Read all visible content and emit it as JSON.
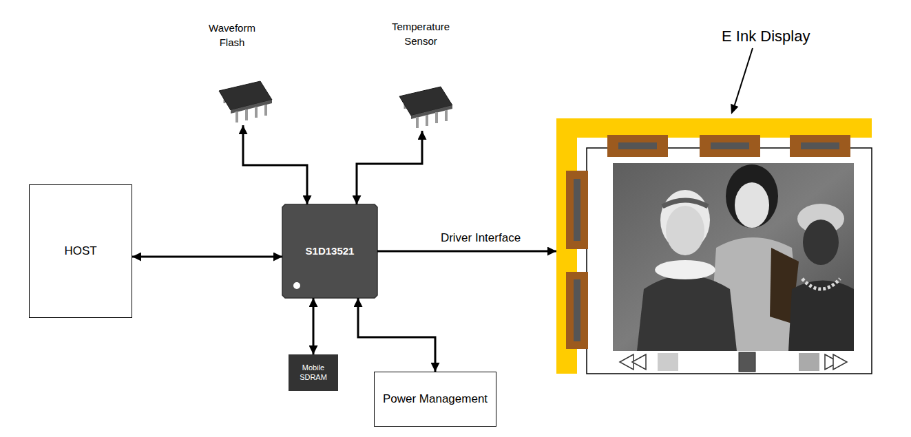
{
  "diagram": {
    "nodes": [
      {
        "text": [
          "Waveform Flash"
        ]
      },
      {
        "text": [
          "Temperature Sensor"
        ]
      },
      {
        "text": [
          "E Ink Display"
        ]
      },
      {
        "text": [
          "HOST"
        ]
      },
      {
        "text": [
          "S1D13521"
        ]
      },
      {
        "text": [
          "Mobile SDRAM"
        ]
      },
      {
        "text": [
          "Power Management"
        ]
      }
    ],
    "edges": [
      {
        "from": 3,
        "to": 4,
        "arrow": "both"
      },
      {
        "from": 4,
        "to": 0,
        "arrow": "both"
      },
      {
        "from": 4,
        "to": 1,
        "arrow": "both"
      },
      {
        "from": 4,
        "to": 2,
        "label": "Driver Interface",
        "arrow": "to"
      },
      {
        "from": 4,
        "to": 5,
        "arrow": "both"
      },
      {
        "from": 4,
        "to": 6,
        "arrow": "both"
      }
    ]
  }
}
